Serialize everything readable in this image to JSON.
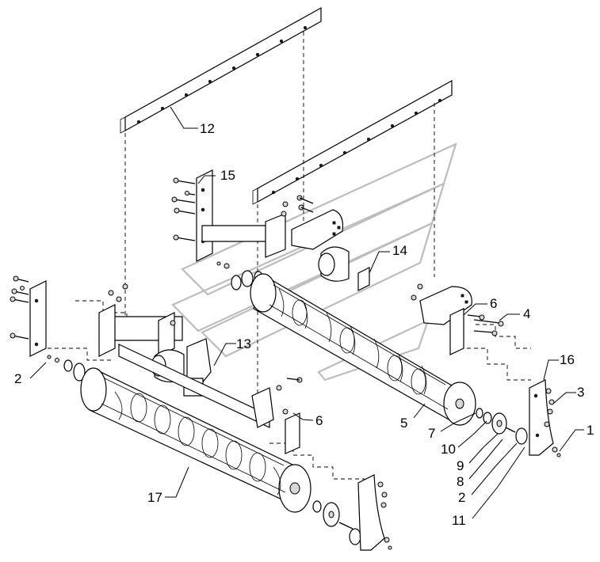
{
  "callouts": [
    {
      "id": "c12",
      "text": "12"
    },
    {
      "id": "c15",
      "text": "15"
    },
    {
      "id": "c14",
      "text": "14"
    },
    {
      "id": "c6a",
      "text": "6"
    },
    {
      "id": "c4",
      "text": "4"
    },
    {
      "id": "c13",
      "text": "13"
    },
    {
      "id": "c16",
      "text": "16"
    },
    {
      "id": "c3",
      "text": "3"
    },
    {
      "id": "c2a",
      "text": "2"
    },
    {
      "id": "c5",
      "text": "5"
    },
    {
      "id": "c6b",
      "text": "6"
    },
    {
      "id": "c7",
      "text": "7"
    },
    {
      "id": "c1",
      "text": "1"
    },
    {
      "id": "c10",
      "text": "10"
    },
    {
      "id": "c9",
      "text": "9"
    },
    {
      "id": "c8",
      "text": "8"
    },
    {
      "id": "c17",
      "text": "17"
    },
    {
      "id": "c2b",
      "text": "2"
    },
    {
      "id": "c11",
      "text": "11"
    }
  ]
}
